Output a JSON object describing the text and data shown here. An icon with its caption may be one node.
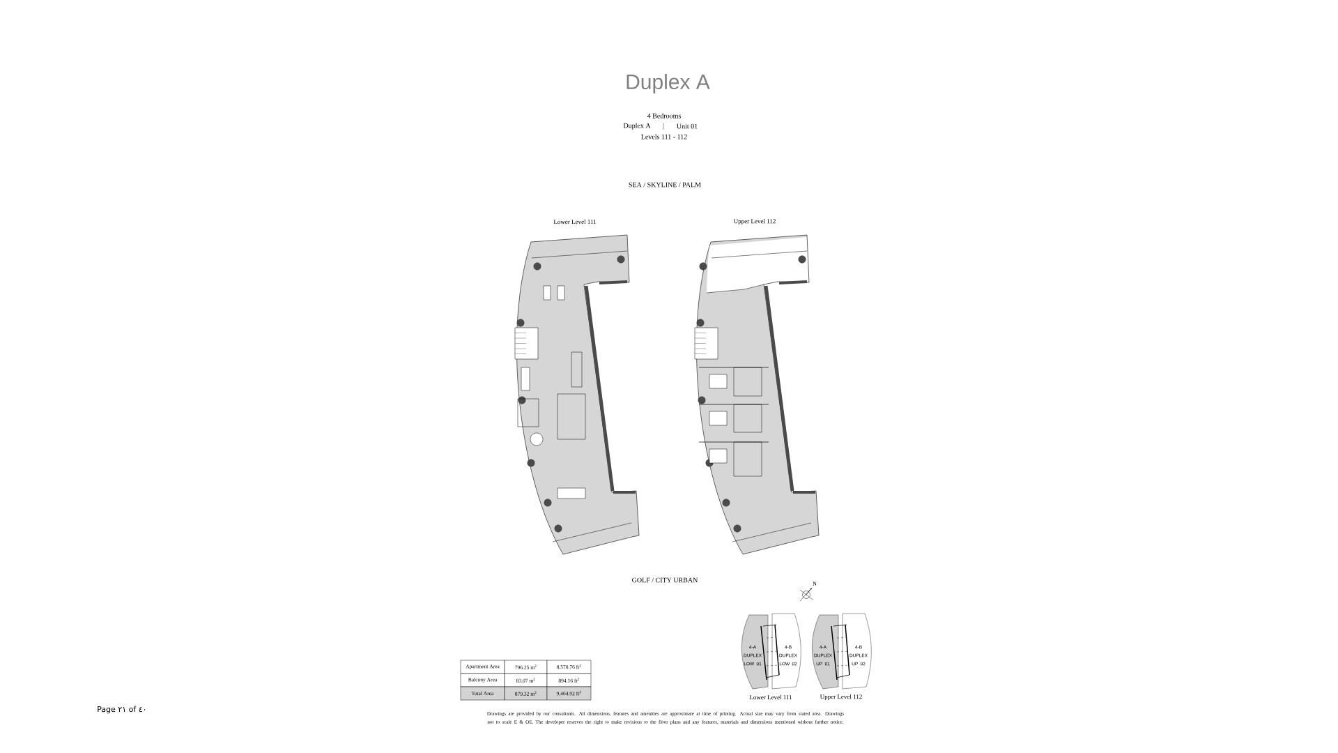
{
  "diagram": {
    "title": "Duplex A",
    "labels": [
      "4 Bedrooms",
      "Duplex A",
      "Unit 01",
      "Levels 111 - 112",
      "SEA / SKYLINE / PALM",
      "Lower Level 111",
      "Upper Level 112",
      "GOLF / CITY URBAN",
      "N",
      "4-A DUPLEX LOW 01",
      "4-B DUPLEX LOW 02",
      "4-A DUPLEX UP 01",
      "4-B DUPLEX UP 02",
      "Lower Level 111",
      "Upper Level 112",
      "Apartment Area",
      "796.25 m$^{2}$",
      "8,570.76 ft$^{2}$",
      "Balcony Area",
      "83.07 m$^{2}$",
      "894.16 ft$^{2}$",
      "Total Area",
      "879.32 m$^{2}$",
      "9,464.92 ft$^{2}$",
      "Page ٢١ of ٤٠",
      "Drawings are provided by our consultants. All dimensions, features and amenities are approximate at time of printing. Actual size may vary from stated area. Drawings not to scale E & OE. The developer reserves the right to make revisions to the floor plans and any features, materials and dimensions mentioned without further notice."
    ]
  }
}
